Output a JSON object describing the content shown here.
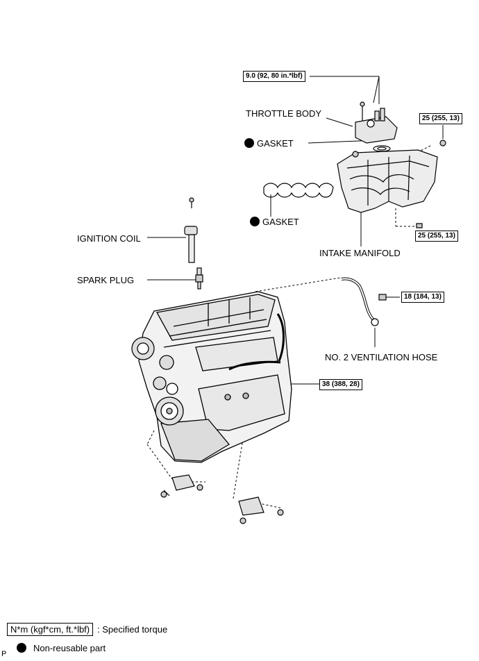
{
  "labels": {
    "throttle_body": "THROTTLE BODY",
    "gasket_upper": "GASKET",
    "gasket_lower": "GASKET",
    "intake_manifold": "INTAKE MANIFOLD",
    "ignition_coil": "IGNITION COIL",
    "spark_plug": "SPARK PLUG",
    "ventilation_hose": "NO. 2 VENTILATION HOSE"
  },
  "torques": {
    "throttle_bolts": "9.0 (92, 80 in.*lbf)",
    "manifold_nut_right": "25 (255, 13)",
    "manifold_bolt_lower": "25 (255, 13)",
    "hose_bolt": "18 (184, 13)",
    "engine_mount": "38 (388, 28)"
  },
  "legend": {
    "torque_unit": "N*m (kgf*cm, ft.*lbf)",
    "torque_desc": ": Specified torque",
    "nonreusable_desc": "Non-reusable part"
  },
  "corner_mark": "P"
}
